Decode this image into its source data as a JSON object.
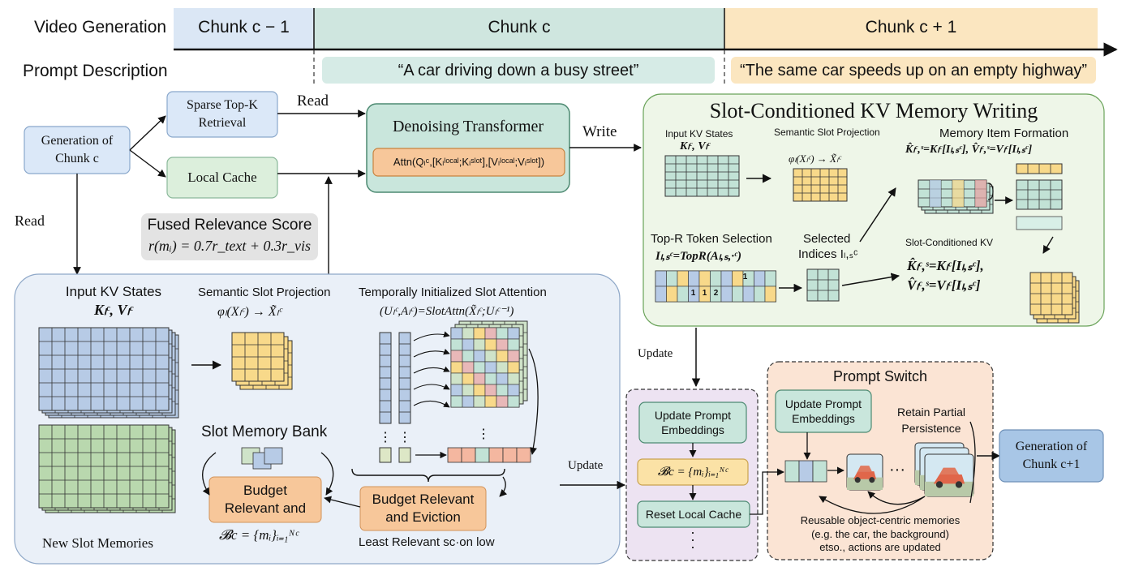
{
  "timeline": {
    "video_generation_label": "Video Generation",
    "chunk_prev": "Chunk c − 1",
    "chunk_curr": "Chunk c",
    "chunk_next": "Chunk c + 1",
    "prompt_description_label": "Prompt Description",
    "prompt_curr": "“A car driving down a busy street”",
    "prompt_next": "“The same car speeds up on an empty highway”"
  },
  "flow": {
    "generation_chunk_c": "Generation of Chunk c",
    "sparse_retrieval": "Sparse Top-K Retrieval",
    "local_cache": "Local Cache",
    "read_label_top": "Read",
    "read_label_left": "Read",
    "write_label": "Write",
    "denoising_title": "Denoising Transformer",
    "attn_formula": "Attn(Qₗᶜ,[Kₗˡᵒᶜᵃˡ;Kₗˢˡᵒᵗ],[Vₗˡᵒᶜᵃˡ;Vₗˢˡᵒᵗ])",
    "fused_title": "Fused Relevance Score",
    "fused_formula": "r(mᵢ) = 0.7r_text + 0.3r_vis",
    "update_label_1": "Update",
    "update_label_2": "Update",
    "generation_chunk_next": "Generation of Chunk c+1"
  },
  "slot_writing": {
    "title": "Slot-Conditioned KV Memory Writing",
    "input_kv_label": "Input KV States",
    "input_kv_formula": "Kₗᶜ, Vₗᶜ",
    "semantic_proj_label": "Semantic Slot Projection",
    "semantic_proj_formula": "φₗ(Xₗᶜ) → X̃ₗᶜ",
    "memory_item_label": "Memory Item Formation",
    "memory_item_formula": "K̂ₗᶜ,ˢ=Kₗᶜ[Iₗ,ₛᶜ], V̂ₗᶜ,ˢ=Vₗᶜ[Iₗ,ₛᶜ]",
    "topr_label": "Top-R Token Selection",
    "topr_formula": "Iₗ,ₛᶜ=TopR(Aₗ,ₛ,·ᶜ)",
    "selected_label": "Selected",
    "selected_label2": "Indices Iₗ,ₛᶜ",
    "slot_kv_label": "Slot-Conditioned KV",
    "slot_kv_formula1": "K̂ₗᶜ,ˢ=Kₗᶜ[Iₗ,ₛᶜ],",
    "slot_kv_formula2": "V̂ₗᶜ,ˢ=Vₗᶜ[Iₗ,ₛᶜ]",
    "token_nums": [
      "1",
      "1",
      "2",
      "1"
    ]
  },
  "slot_memory": {
    "input_kv_label": "Input KV States",
    "input_kv_formula": "Kₗᶜ, Vₗᶜ",
    "semantic_proj_label": "Semantic Slot Projection",
    "semantic_proj_formula": "φₗ(Xₗᶜ) → X̃ₗᶜ",
    "temporal_label": "Temporally Initialized Slot Attention",
    "temporal_formula": "(Uₗᶜ,Aₗᶜ)=SlotAttn(X̃ₗᶜ;Uₗᶜ⁻¹)",
    "bank_label": "Slot Memory Bank",
    "budget_left": "Budget Relevant and",
    "budget_formula": "𝓑c = {mᵢ}ᵢ₌₁ᴺᶜ",
    "new_slot_label": "New Slot Memories",
    "budget_evict": "Budget Relevant and Eviction",
    "least_relevant": "Least Relevant sc·on low"
  },
  "update_panel": {
    "update_prompt": "Update Prompt Embeddings",
    "bc_formula": "𝓑c = {mᵢ}ᵢ₌₁ᴺᶜ",
    "reset_cache": "Reset Local Cache"
  },
  "prompt_switch": {
    "title": "Prompt Switch",
    "update_prompt": "Update Prompt Embeddings",
    "retain_partial": "Retain Partial Persistence",
    "reusable_1": "Reusable object-centric memories",
    "reusable_2": "(e.g. the car, the background)",
    "reusable_3": "etso., actions are updated"
  },
  "colors": {
    "chunk_prev_bg": "#dbe7f5",
    "chunk_curr_bg": "#cfe6df",
    "chunk_next_bg": "#fbe6c0",
    "blue_box": "#dbe8f8",
    "green_box": "#dcefdc",
    "teal_box": "#c9e6dc",
    "orange_box": "#f7c79a",
    "grid_blue": "#b7cbe6",
    "grid_green": "#b9d8ae",
    "grid_teal": "#c2e2d6",
    "grid_yellow": "#f8d98a"
  }
}
